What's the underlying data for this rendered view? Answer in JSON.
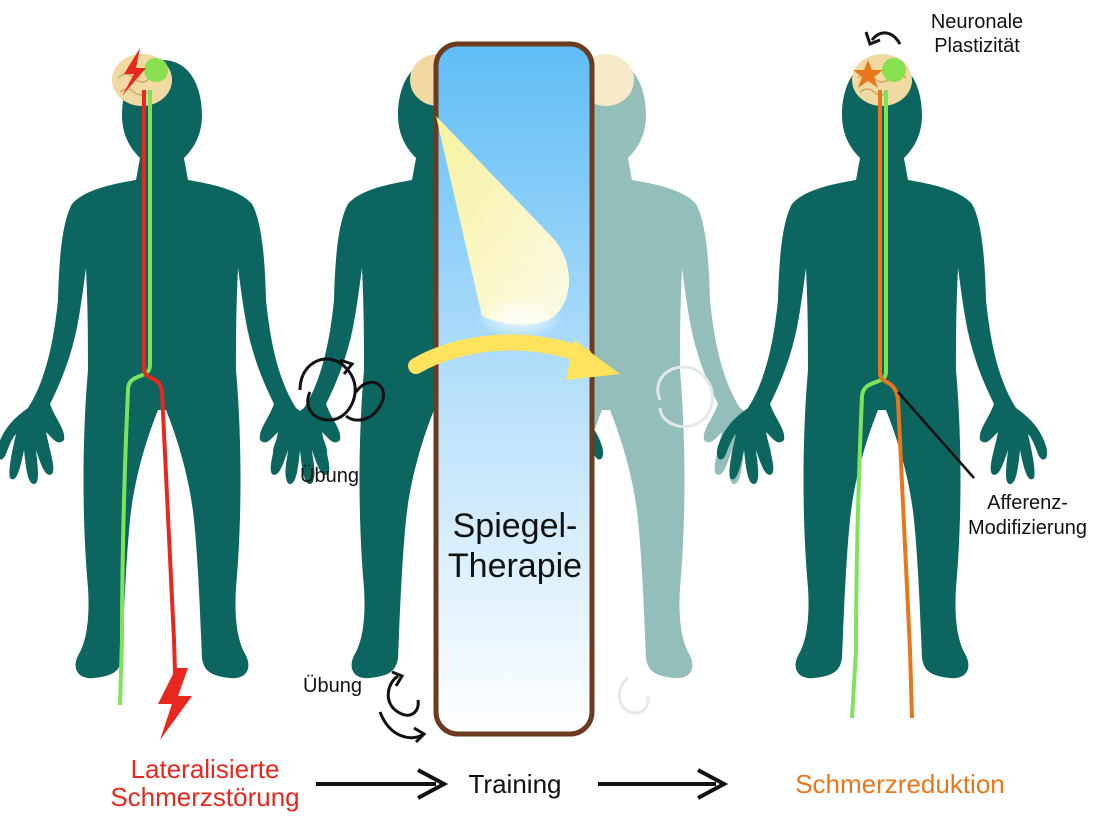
{
  "labels": {
    "left_caption_line1": "Lateralisierte",
    "left_caption_line2": "Schmerzstörung",
    "middle_caption": "Training",
    "right_caption": "Schmerzreduktion",
    "exercise_hand": "Übung",
    "exercise_foot": "Übung",
    "mirror_line1": "Spiegel-",
    "mirror_line2": "Therapie",
    "plasticity_line1": "Neuronale",
    "plasticity_line2": "Plastizität",
    "afferent_line1": "Afferenz-",
    "afferent_line2": "Modifizierung"
  },
  "colors": {
    "body": "#0d6560",
    "body_faded": "#93b7b0",
    "brain": "#f1d9a2",
    "nerve_green": "#7fe35a",
    "nerve_red": "#e8281e",
    "nerve_orange": "#e8771b",
    "mirror_frame": "#6b3a1f",
    "mirror_top": "#5fbdf6",
    "mirror_bottom": "#ffffff",
    "arrow_yellow": "#ffe35c",
    "text_red": "#e8281e",
    "text_orange": "#e8771b"
  },
  "icons": [
    "lightning-icon",
    "star-icon",
    "rotation-arrow-icon",
    "curved-arrow-icon"
  ]
}
